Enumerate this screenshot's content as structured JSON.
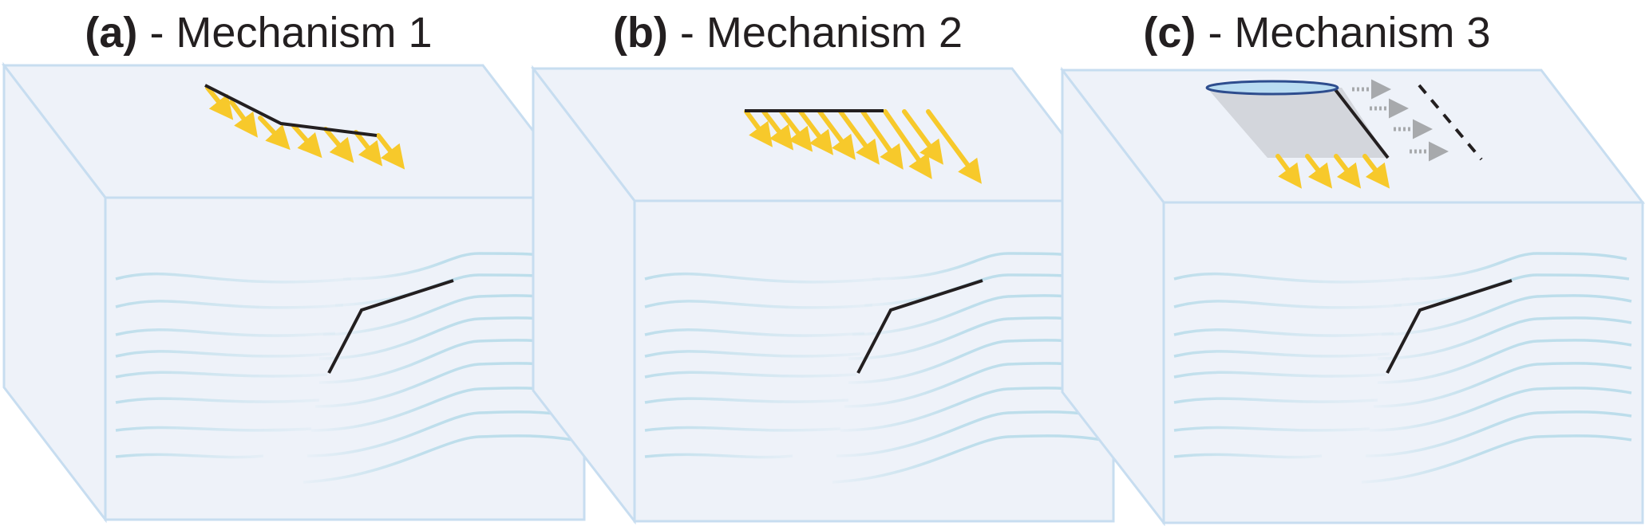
{
  "panels": [
    {
      "letter": "(a)",
      "label": "- Mechanism 1",
      "mechanism": "mechanism-1"
    },
    {
      "letter": "(b)",
      "label": "- Mechanism 2",
      "mechanism": "mechanism-2"
    },
    {
      "letter": "(c)",
      "label": "- Mechanism 3",
      "mechanism": "mechanism-3"
    }
  ],
  "colors": {
    "box_fill": "#eef2f9",
    "box_edge": "#c7ddf0",
    "strata": "#b9dcea",
    "fault": "#231f20",
    "arrow": "#f7c92b",
    "arrow_grey": "#a7a9ac",
    "ellipse_fill": "#b9dcf2",
    "ellipse_edge": "#2e4d8e",
    "shade": "#d3d6dc"
  }
}
